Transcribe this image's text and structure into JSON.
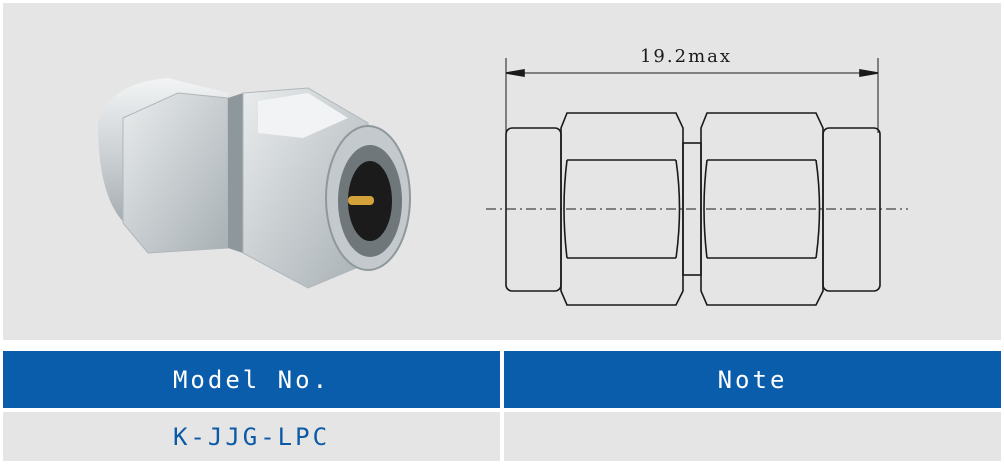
{
  "figure": {
    "dimension_label": "19.2max",
    "colors": {
      "panel_bg": "#e5e5e5",
      "line": "#1a1a1a"
    }
  },
  "table": {
    "header_color": "#0a5dab",
    "headers": [
      "Model No.",
      "Note"
    ],
    "rows": [
      {
        "model_no": "K-JJG-LPC",
        "note": ""
      }
    ]
  }
}
